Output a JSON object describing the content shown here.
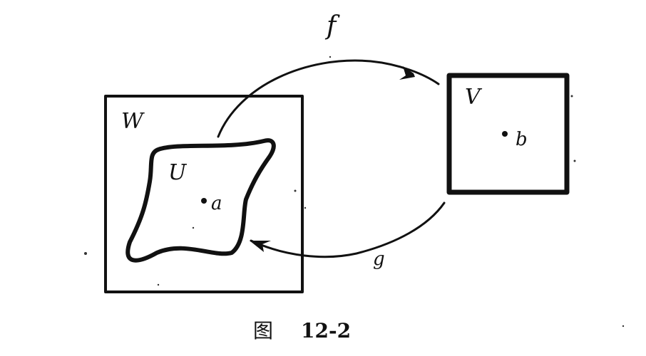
{
  "labels": {
    "f": "f",
    "g": "g",
    "W": "W",
    "U": "U",
    "V": "V",
    "a": "a",
    "b": "b"
  },
  "caption": {
    "prefix": "图",
    "number": "12-2"
  }
}
